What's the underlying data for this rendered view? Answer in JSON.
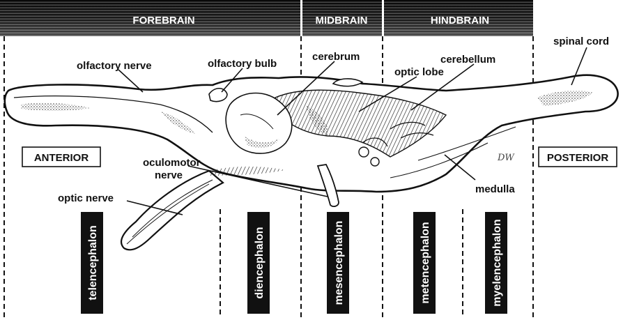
{
  "regions": {
    "forebrain": "FOREBRAIN",
    "midbrain": "MIDBRAIN",
    "hindbrain": "HINDBRAIN"
  },
  "orientation": {
    "anterior": "ANTERIOR",
    "posterior": "POSTERIOR"
  },
  "labels": {
    "olfactory_nerve": "olfactory nerve",
    "olfactory_bulb": "olfactory bulb",
    "cerebrum": "cerebrum",
    "optic_lobe": "optic lobe",
    "cerebellum": "cerebellum",
    "spinal_cord": "spinal cord",
    "oculomotor_line1": "oculomotor",
    "oculomotor_line2": "nerve",
    "optic_nerve": "optic nerve",
    "medulla": "medulla"
  },
  "subdivisions": {
    "telencephalon": "telencephalon",
    "diencephalon": "diencephalon",
    "mesencephalon": "mesencephalon",
    "metencephalon": "metencephalon",
    "myelencephalon": "myelencephalon"
  },
  "signature": "DW",
  "colors": {
    "ink": "#111111",
    "paper": "#ffffff",
    "header_dark": "#1c1c1c"
  }
}
